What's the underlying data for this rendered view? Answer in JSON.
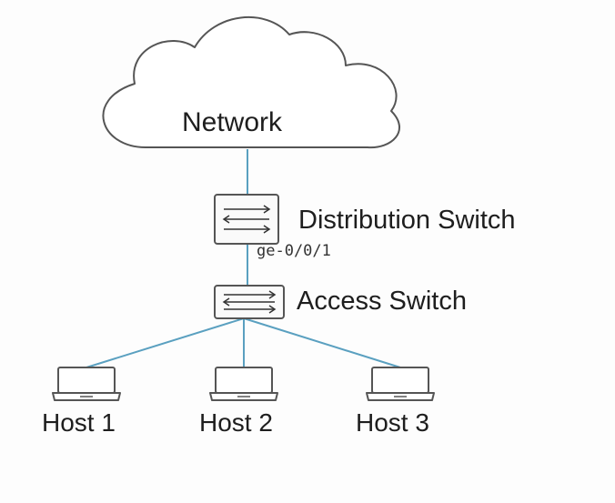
{
  "nodes": {
    "cloud": {
      "label": "Network"
    },
    "distribution_switch": {
      "label": "Distribution Switch"
    },
    "access_switch": {
      "label": "Access Switch"
    },
    "hosts": [
      {
        "label": "Host 1"
      },
      {
        "label": "Host 2"
      },
      {
        "label": "Host 3"
      }
    ]
  },
  "links": {
    "uplink_port": "ge-0/0/1"
  },
  "icons": {
    "cloud": "cloud-icon",
    "switch": "switch-icon",
    "host": "laptop-icon"
  },
  "colors": {
    "link": "#5aa0c0",
    "outline": "#555555"
  }
}
